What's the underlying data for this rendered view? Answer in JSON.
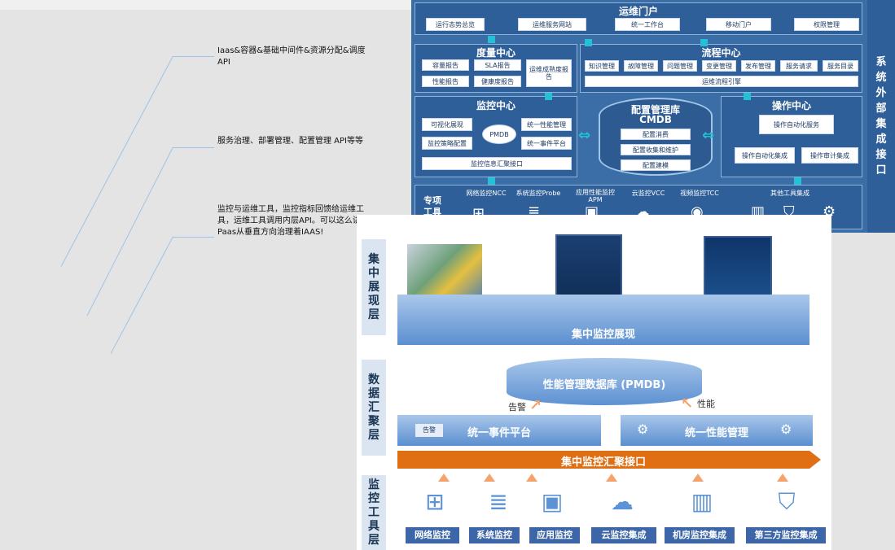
{
  "notes": [
    "Iaas&容器&基础中间件&资源分配&调度API",
    "服务治理、部署管理、配置管理 API等等",
    "监控与运维工具，监控指标回馈给运维工具，运维工具调用内层API。可以这么讲Paas从垂直方向治理着IAAS!"
  ],
  "top": {
    "ops_portal": {
      "title": "运维门户",
      "items": [
        "运行态势总览",
        "运维服务网站",
        "统一工作台",
        "移动门户",
        "权限管理"
      ]
    },
    "metrics_center": {
      "title": "度量中心",
      "items": [
        "容量报告",
        "SLA报告",
        "性能报告",
        "健康度报告",
        "运维成熟度报告"
      ]
    },
    "process_center": {
      "title": "流程中心",
      "items": [
        "知识管理",
        "故障管理",
        "问题管理",
        "变更管理",
        "发布管理",
        "服务请求",
        "服务目录"
      ],
      "engine": "运维流程引擎"
    },
    "monitor_center": {
      "title": "监控中心",
      "items": [
        "可视化展现",
        "监控策略配置",
        "PMDB",
        "统一性能管理",
        "统一事件平台"
      ],
      "interface": "监控信息汇聚接口"
    },
    "cmdb": {
      "title": "配置管理库",
      "subtitle": "CMDB",
      "items": [
        "配置消费",
        "配置收集和维护",
        "配置建模"
      ]
    },
    "operation_center": {
      "title": "操作中心",
      "items": [
        "操作自动化服务",
        "操作自动化集成",
        "操作审计集成"
      ]
    },
    "tools": {
      "label": "专项工具",
      "items": [
        "网络监控NCC",
        "系统监控Probe",
        "应用性能监控APM",
        "云监控VCC",
        "视频监控TCC",
        "其他工具集成"
      ],
      "icons": [
        "network-icon",
        "database-icon",
        "cubes-icon",
        "cloud-icon",
        "camera-icon",
        "server-rack-icon",
        "shield-icon",
        "gear-icon"
      ]
    },
    "side_label": "系统外部集成接口"
  },
  "bottom": {
    "layers": [
      "集中展现层",
      "数据汇聚层",
      "监控工具层"
    ],
    "display_band": "集中监控展现",
    "pmdb": "性能管理数据库 (PMDB)",
    "alarm_label": "告警",
    "perf_label": "性能",
    "event_platform": "统一事件平台",
    "event_badge": "告警",
    "perf_mgmt": "统一性能管理",
    "aggregate_interface": "集中监控汇聚接口",
    "tools": [
      "网络监控",
      "系统监控",
      "应用监控",
      "云监控集成",
      "机房监控集成",
      "第三方监控集成"
    ]
  }
}
